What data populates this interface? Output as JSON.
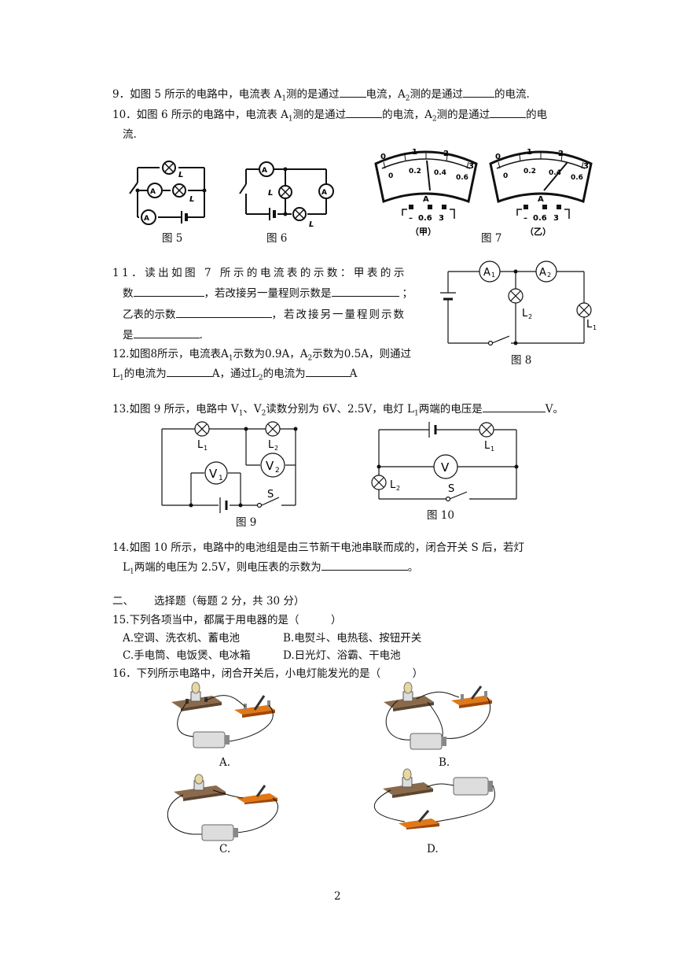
{
  "q9": {
    "a": "9．如图 5 所示的电路中，电流表 A",
    "s1": "1",
    "b": "测的是通过",
    "c": "电流，A",
    "s2": "2",
    "d": "测的是通过",
    "e": "的电流."
  },
  "q10": {
    "a": "10．如图 6 所示的电路中，电流表 A",
    "s1": "1",
    "b": "测的是通过",
    "c": "的电流，A",
    "s2": "2",
    "d": "测的是通过",
    "e": "的电",
    "f": "流."
  },
  "fig": {
    "f5": "图 5",
    "f6": "图 6",
    "f7": "图 7",
    "f8": "图 8",
    "f9": "图 9",
    "f10": "图 10"
  },
  "meter": {
    "jia": "（甲）",
    "yi": "（乙）",
    "A": "A",
    "neg": "–",
    "r06": "0.6",
    "r3": "3",
    "sc": [
      "0",
      "1",
      "2",
      "3"
    ],
    "sm": [
      "0",
      "0.2",
      "0.4",
      "0.6"
    ]
  },
  "q11": {
    "l1": "11．读出如图 7 所示的电流表的示数：甲表的示",
    "l2a": "数",
    "l2b": "，若改接另一量程则示数是",
    "l2c": "；",
    "l3a": "乙表的示数",
    "l3b": "，若改接另一量程则示数",
    "l4a": "是",
    "l4b": "."
  },
  "q12": {
    "l1a": "12.如图8所示，电流表A",
    "s1": "1",
    "l1b": "示数为0.9A，A",
    "s2": "2",
    "l1c": "示数为0.5A，则通过",
    "l2a": "L",
    "s3": "1",
    "l2b": "的电流为",
    "l2c": "A，通过L",
    "s4": "2",
    "l2d": "的电流为",
    "l2e": "A"
  },
  "q13": {
    "a": "13.如图 9 所示，电路中 V",
    "s1": "1",
    "b": "、V",
    "s2": "2",
    "c": "读数分别为 6V、2.5V，电灯 L",
    "s3": "1",
    "d": "两端的电压是",
    "e": "V。"
  },
  "q14": {
    "l1": "14.如图 10 所示，电路中的电池组是由三节新干电池串联而成的，闭合开关 S 后，若灯",
    "l2a": "L",
    "s1": "1",
    "l2b": "两端的电压为 2.5V，则电压表的示数为",
    "l2c": "。"
  },
  "sec2": {
    "num": "二、",
    "title": "选择题（每题 2 分，共 30 分）"
  },
  "q15": {
    "stem": "15.下列各项当中，都属于用电器的是（　　　）",
    "A": "A.空调、洗衣机、蓄电池",
    "B": "B.电熨斗、电热毯、按钮开关",
    "C": "C.手电筒、电饭煲、电冰箱",
    "D": "D.日光灯、浴霸、干电池"
  },
  "q16": {
    "stem": "16．下列所示电路中，闭合开关后，小电灯能发光的是（　　　）",
    "A": "A.",
    "B": "B.",
    "C": "C.",
    "D": "D."
  },
  "labels": {
    "A1": "A",
    "A2": "A",
    "L1": "L",
    "L2": "L",
    "V": "V",
    "V1": "V",
    "V2": "V",
    "S": "S",
    "one": "1",
    "two": "2"
  },
  "page_num": "2"
}
